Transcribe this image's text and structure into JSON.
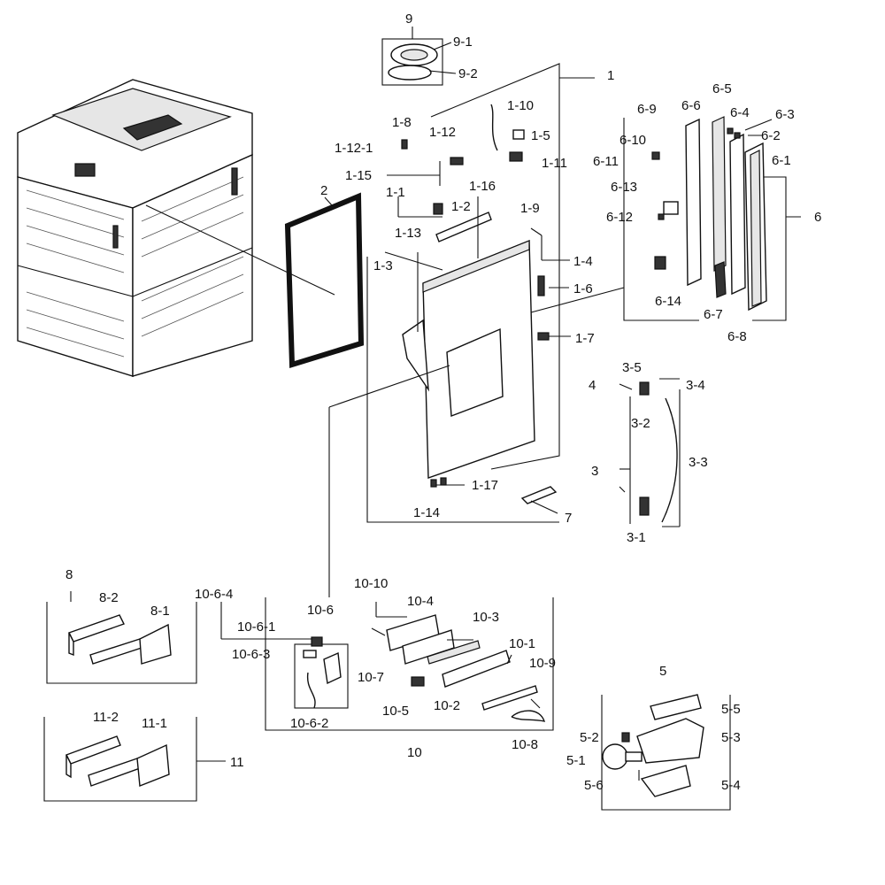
{
  "labels": {
    "l1": "1",
    "l1_1": "1-1",
    "l1_2": "1-2",
    "l1_3": "1-3",
    "l1_4": "1-4",
    "l1_5": "1-5",
    "l1_6": "1-6",
    "l1_7": "1-7",
    "l1_8": "1-8",
    "l1_9": "1-9",
    "l1_10": "1-10",
    "l1_11": "1-11",
    "l1_12": "1-12",
    "l1_12_1": "1-12-1",
    "l1_13": "1-13",
    "l1_14": "1-14",
    "l1_15": "1-15",
    "l1_16": "1-16",
    "l1_17": "1-17",
    "l2": "2",
    "l3": "3",
    "l3_1": "3-1",
    "l3_2": "3-2",
    "l3_3": "3-3",
    "l3_4": "3-4",
    "l3_5": "3-5",
    "l4": "4",
    "l5": "5",
    "l5_1": "5-1",
    "l5_2": "5-2",
    "l5_3": "5-3",
    "l5_4": "5-4",
    "l5_5": "5-5",
    "l5_6": "5-6",
    "l6": "6",
    "l6_1": "6-1",
    "l6_2": "6-2",
    "l6_3": "6-3",
    "l6_4": "6-4",
    "l6_5": "6-5",
    "l6_6": "6-6",
    "l6_7": "6-7",
    "l6_8": "6-8",
    "l6_9": "6-9",
    "l6_10": "6-10",
    "l6_11": "6-11",
    "l6_12": "6-12",
    "l6_13": "6-13",
    "l6_14": "6-14",
    "l7": "7",
    "l8": "8",
    "l8_1": "8-1",
    "l8_2": "8-2",
    "l9": "9",
    "l9_1": "9-1",
    "l9_2": "9-2",
    "l10": "10",
    "l10_1": "10-1",
    "l10_2": "10-2",
    "l10_3": "10-3",
    "l10_4": "10-4",
    "l10_5": "10-5",
    "l10_6": "10-6",
    "l10_6_1": "10-6-1",
    "l10_6_2": "10-6-2",
    "l10_6_3": "10-6-3",
    "l10_6_4": "10-6-4",
    "l10_7": "10-7",
    "l10_8": "10-8",
    "l10_9": "10-9",
    "l10_10": "10-10",
    "l11": "11",
    "l11_1": "11-1",
    "l11_2": "11-2"
  }
}
